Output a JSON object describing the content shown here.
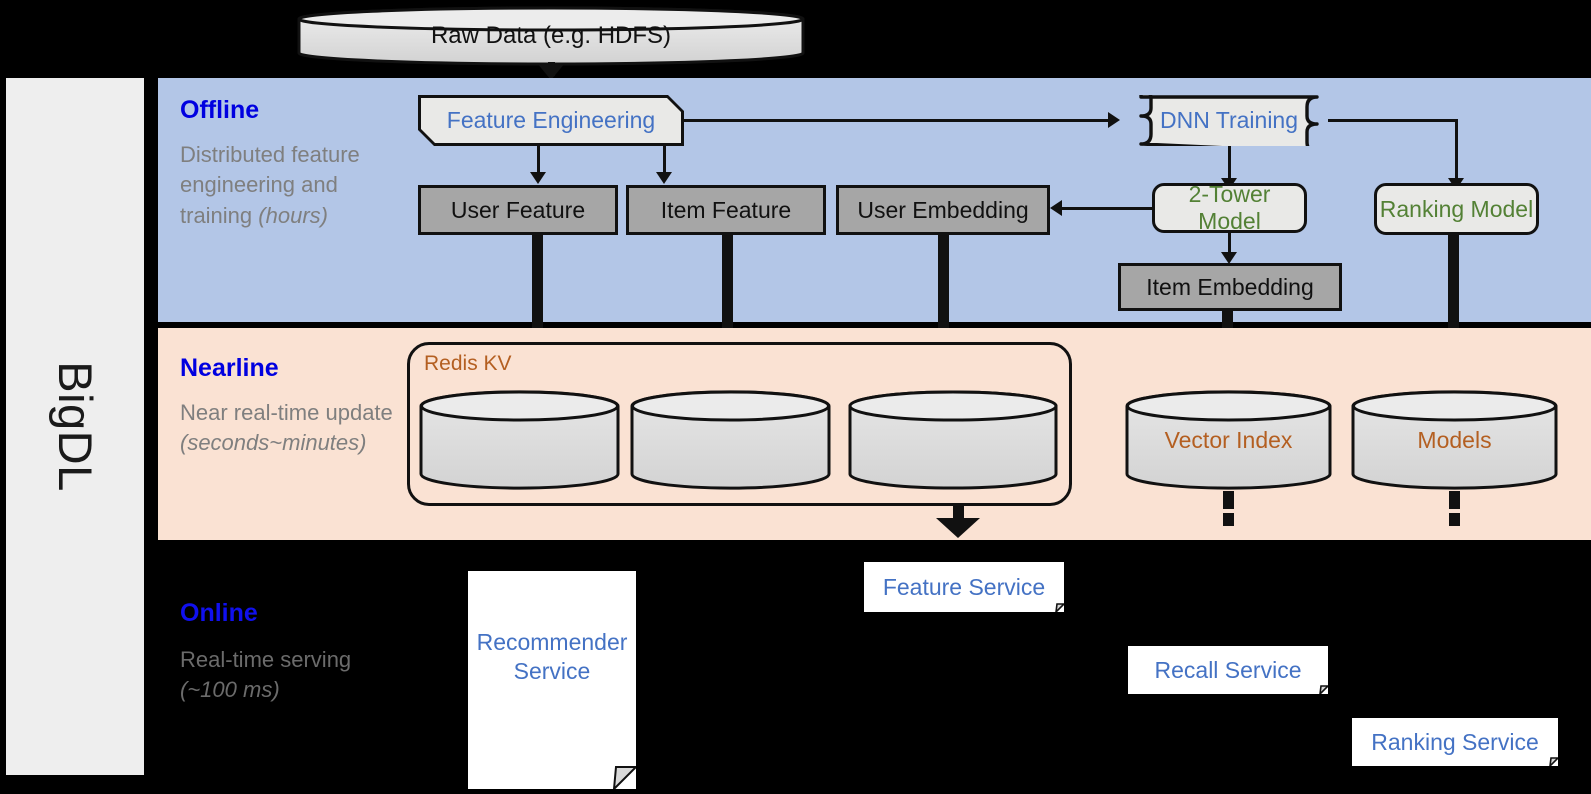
{
  "framework": {
    "name": "BigDL"
  },
  "source": {
    "label": "Raw Data (e.g. HDFS)",
    "icon": "database-cylinder-icon"
  },
  "bands": {
    "offline": {
      "title": "Offline",
      "subtitle_main": "Distributed feature engineering and training ",
      "subtitle_em": "(hours)",
      "color": "#b3c6e7"
    },
    "nearline": {
      "title": "Nearline",
      "subtitle_main": "Near real-time update ",
      "subtitle_em": "(seconds~minutes)",
      "color": "#fae2d3"
    },
    "online": {
      "title": "Online",
      "subtitle_main": "Real-time serving ",
      "subtitle_em": "(~100 ms)",
      "color": "#000000"
    }
  },
  "offline_nodes": {
    "feature_engineering": "Feature Engineering",
    "dnn_training": "DNN Training",
    "user_feature": "User Feature",
    "item_feature": "Item Feature",
    "user_embedding": "User Embedding",
    "two_tower_model": "2-Tower Model",
    "ranking_model": "Ranking Model",
    "item_embedding": "Item Embedding"
  },
  "nearline_nodes": {
    "redis_group": "Redis KV",
    "store_user_feature": "",
    "store_item_feature": "",
    "store_user_embedding": "",
    "vector_index": "Vector Index",
    "models": "Models"
  },
  "online_nodes": {
    "recommender_service": "Recommender\nService",
    "recommender_service_l1": "Recommender",
    "recommender_service_l2": "Service",
    "feature_service": "Feature Service",
    "recall_service": "Recall Service",
    "ranking_service": "Ranking Service"
  },
  "colors": {
    "band_offline": "#b3c6e7",
    "band_nearline": "#fae2d3",
    "band_online": "#000000",
    "title_blue": "#0000e0",
    "process_text_blue": "#4472c4",
    "model_text_green": "#538135",
    "store_text_brown": "#b45f21",
    "gray_fill": "#a6a6a6",
    "light_fill": "#e9e9e7",
    "rail_fill": "#eeeeee",
    "subtitle_gray": "#7f7f7f"
  }
}
